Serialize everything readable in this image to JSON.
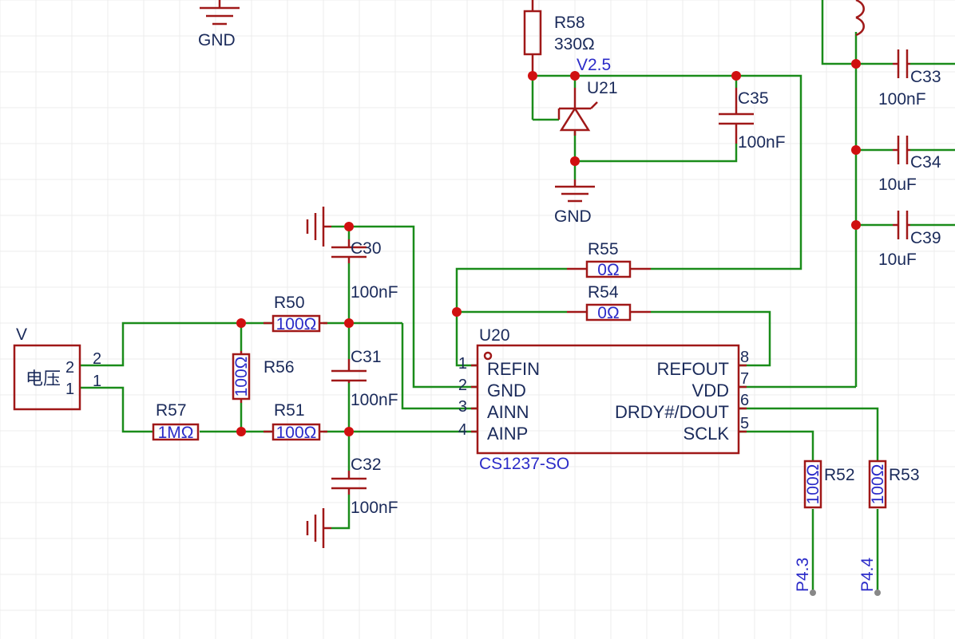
{
  "components": {
    "r58": {
      "ref": "R58",
      "value": "330Ω"
    },
    "v25": {
      "net": "V2.5"
    },
    "u21": {
      "ref": "U21"
    },
    "c35": {
      "ref": "C35",
      "value": "100nF"
    },
    "c33": {
      "ref": "C33",
      "value": "100nF"
    },
    "c34": {
      "ref": "C34",
      "value": "10uF"
    },
    "c39": {
      "ref": "C39",
      "value": "10uF"
    },
    "r55": {
      "ref": "R55",
      "value": "0Ω"
    },
    "r54": {
      "ref": "R54",
      "value": "0Ω"
    },
    "c30": {
      "ref": "C30",
      "value": "100nF"
    },
    "c31": {
      "ref": "C31",
      "value": "100nF"
    },
    "c32": {
      "ref": "C32",
      "value": "100nF"
    },
    "r50": {
      "ref": "R50",
      "value": "100Ω"
    },
    "r51": {
      "ref": "R51",
      "value": "100Ω"
    },
    "r56": {
      "ref": "R56",
      "value": "100Ω"
    },
    "r57": {
      "ref": "R57",
      "value": "1MΩ"
    },
    "r52": {
      "ref": "R52",
      "value": "100Ω"
    },
    "r53": {
      "ref": "R53",
      "value": "100Ω"
    },
    "connector": {
      "ref": "V",
      "name": "电压",
      "pin_top": "2",
      "pin_bottom": "1",
      "outer_top": "2",
      "outer_bottom": "1"
    }
  },
  "gnd": {
    "label": "GND"
  },
  "u20": {
    "ref": "U20",
    "part": "CS1237-SO",
    "left_pins": [
      {
        "num": "1",
        "name": "REFIN"
      },
      {
        "num": "2",
        "name": "GND"
      },
      {
        "num": "3",
        "name": "AINN"
      },
      {
        "num": "4",
        "name": "AINP"
      }
    ],
    "right_pins": [
      {
        "num": "8",
        "name": "REFOUT"
      },
      {
        "num": "7",
        "name": "VDD"
      },
      {
        "num": "6",
        "name": "DRDY#/DOUT"
      },
      {
        "num": "5",
        "name": "SCLK"
      }
    ]
  },
  "ports": {
    "p43": "P4.3",
    "p44": "P4.4"
  },
  "colors": {
    "wire": "#1a8c1a",
    "part": "#a01818",
    "junction": "#d01010",
    "text": "#1a2a5a",
    "value_blue": "#2b2bc8"
  }
}
